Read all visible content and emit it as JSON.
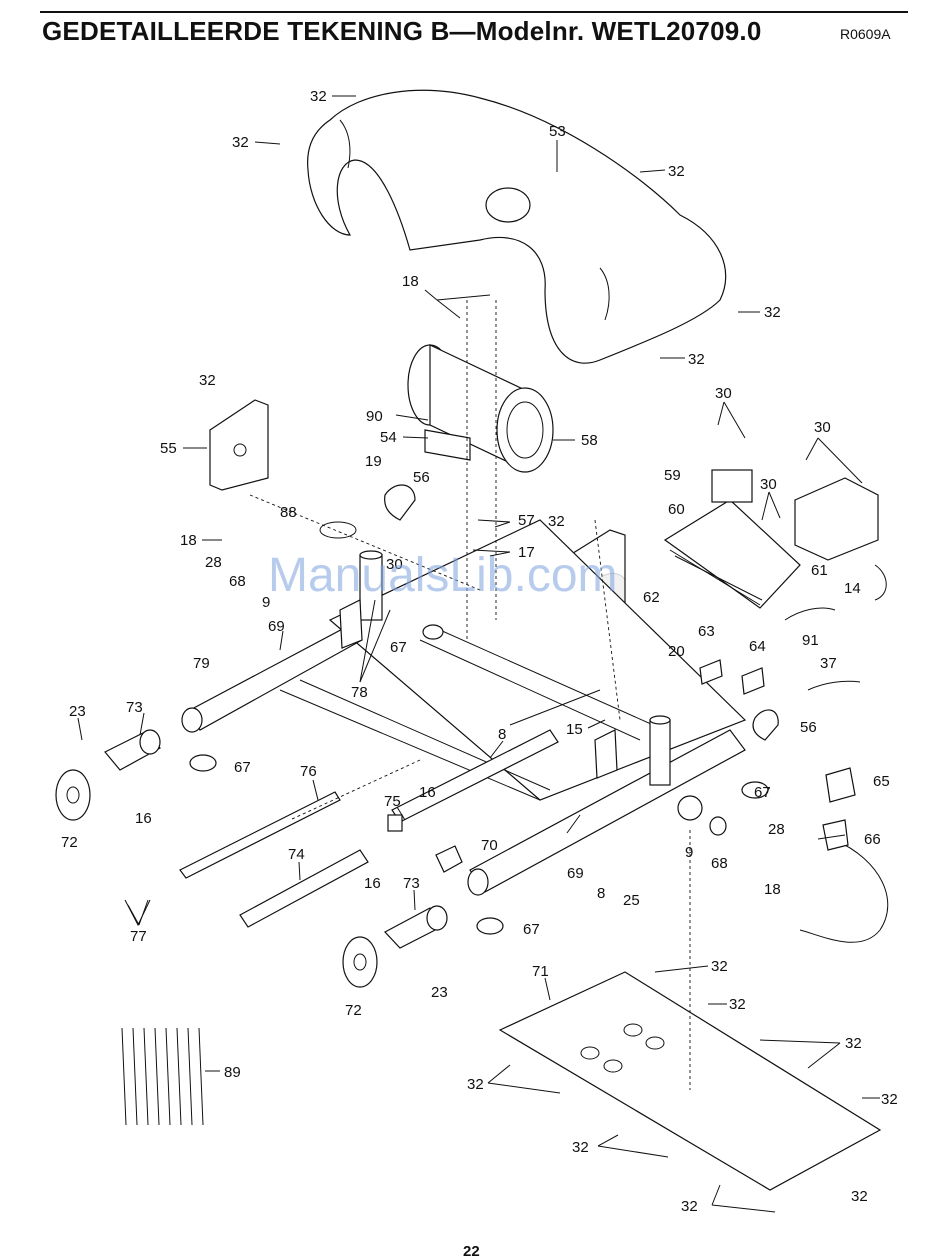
{
  "header": {
    "title": "GEDETAILLEERDE TEKENING B—Modelnr. WETL20709.0",
    "code": "R0609A"
  },
  "footer": {
    "page_number": "22"
  },
  "watermark": "ManualsLib.com",
  "part_labels": {
    "l_32_a": "32",
    "l_32_b": "32",
    "l_53": "53",
    "l_32_c": "32",
    "l_18_a": "18",
    "l_32_d": "32",
    "l_32_e": "32",
    "l_32_f": "32",
    "l_90": "90",
    "l_54": "54",
    "l_58": "58",
    "l_55": "55",
    "l_19": "19",
    "l_56_a": "56",
    "l_30_a": "30",
    "l_30_b": "30",
    "l_59": "59",
    "l_30_c": "30",
    "l_88": "88",
    "l_57": "57",
    "l_32_g": "32",
    "l_60": "60",
    "l_61": "61",
    "l_18_b": "18",
    "l_17": "17",
    "l_28_a": "28",
    "l_68_a": "68",
    "l_30_d": "30",
    "l_9_a": "9",
    "l_62": "62",
    "l_14": "14",
    "l_69_a": "69",
    "l_91": "91",
    "l_67_a": "67",
    "l_63": "63",
    "l_79": "79",
    "l_20": "20",
    "l_64": "64",
    "l_37": "37",
    "l_78": "78",
    "l_23_a": "23",
    "l_73_a": "73",
    "l_15": "15",
    "l_56_b": "56",
    "l_8_a": "8",
    "l_67_b": "67",
    "l_76": "76",
    "l_16_a": "16",
    "l_65": "65",
    "l_67_c": "67",
    "l_72_a": "72",
    "l_16_b": "16",
    "l_75": "75",
    "l_28_b": "28",
    "l_66": "66",
    "l_9_b": "9",
    "l_68_b": "68",
    "l_70": "70",
    "l_74": "74",
    "l_69_b": "69",
    "l_18_c": "18",
    "l_8_b": "8",
    "l_25": "25",
    "l_16_c": "16",
    "l_73_b": "73",
    "l_77": "77",
    "l_67_d": "67",
    "l_23_b": "23",
    "l_72_b": "72",
    "l_32_h": "32",
    "l_71": "71",
    "l_32_i": "32",
    "l_32_j": "32",
    "l_89": "89",
    "l_32_k": "32",
    "l_32_l": "32",
    "l_32_m": "32",
    "l_32_n": "32",
    "l_32_o": "32"
  }
}
